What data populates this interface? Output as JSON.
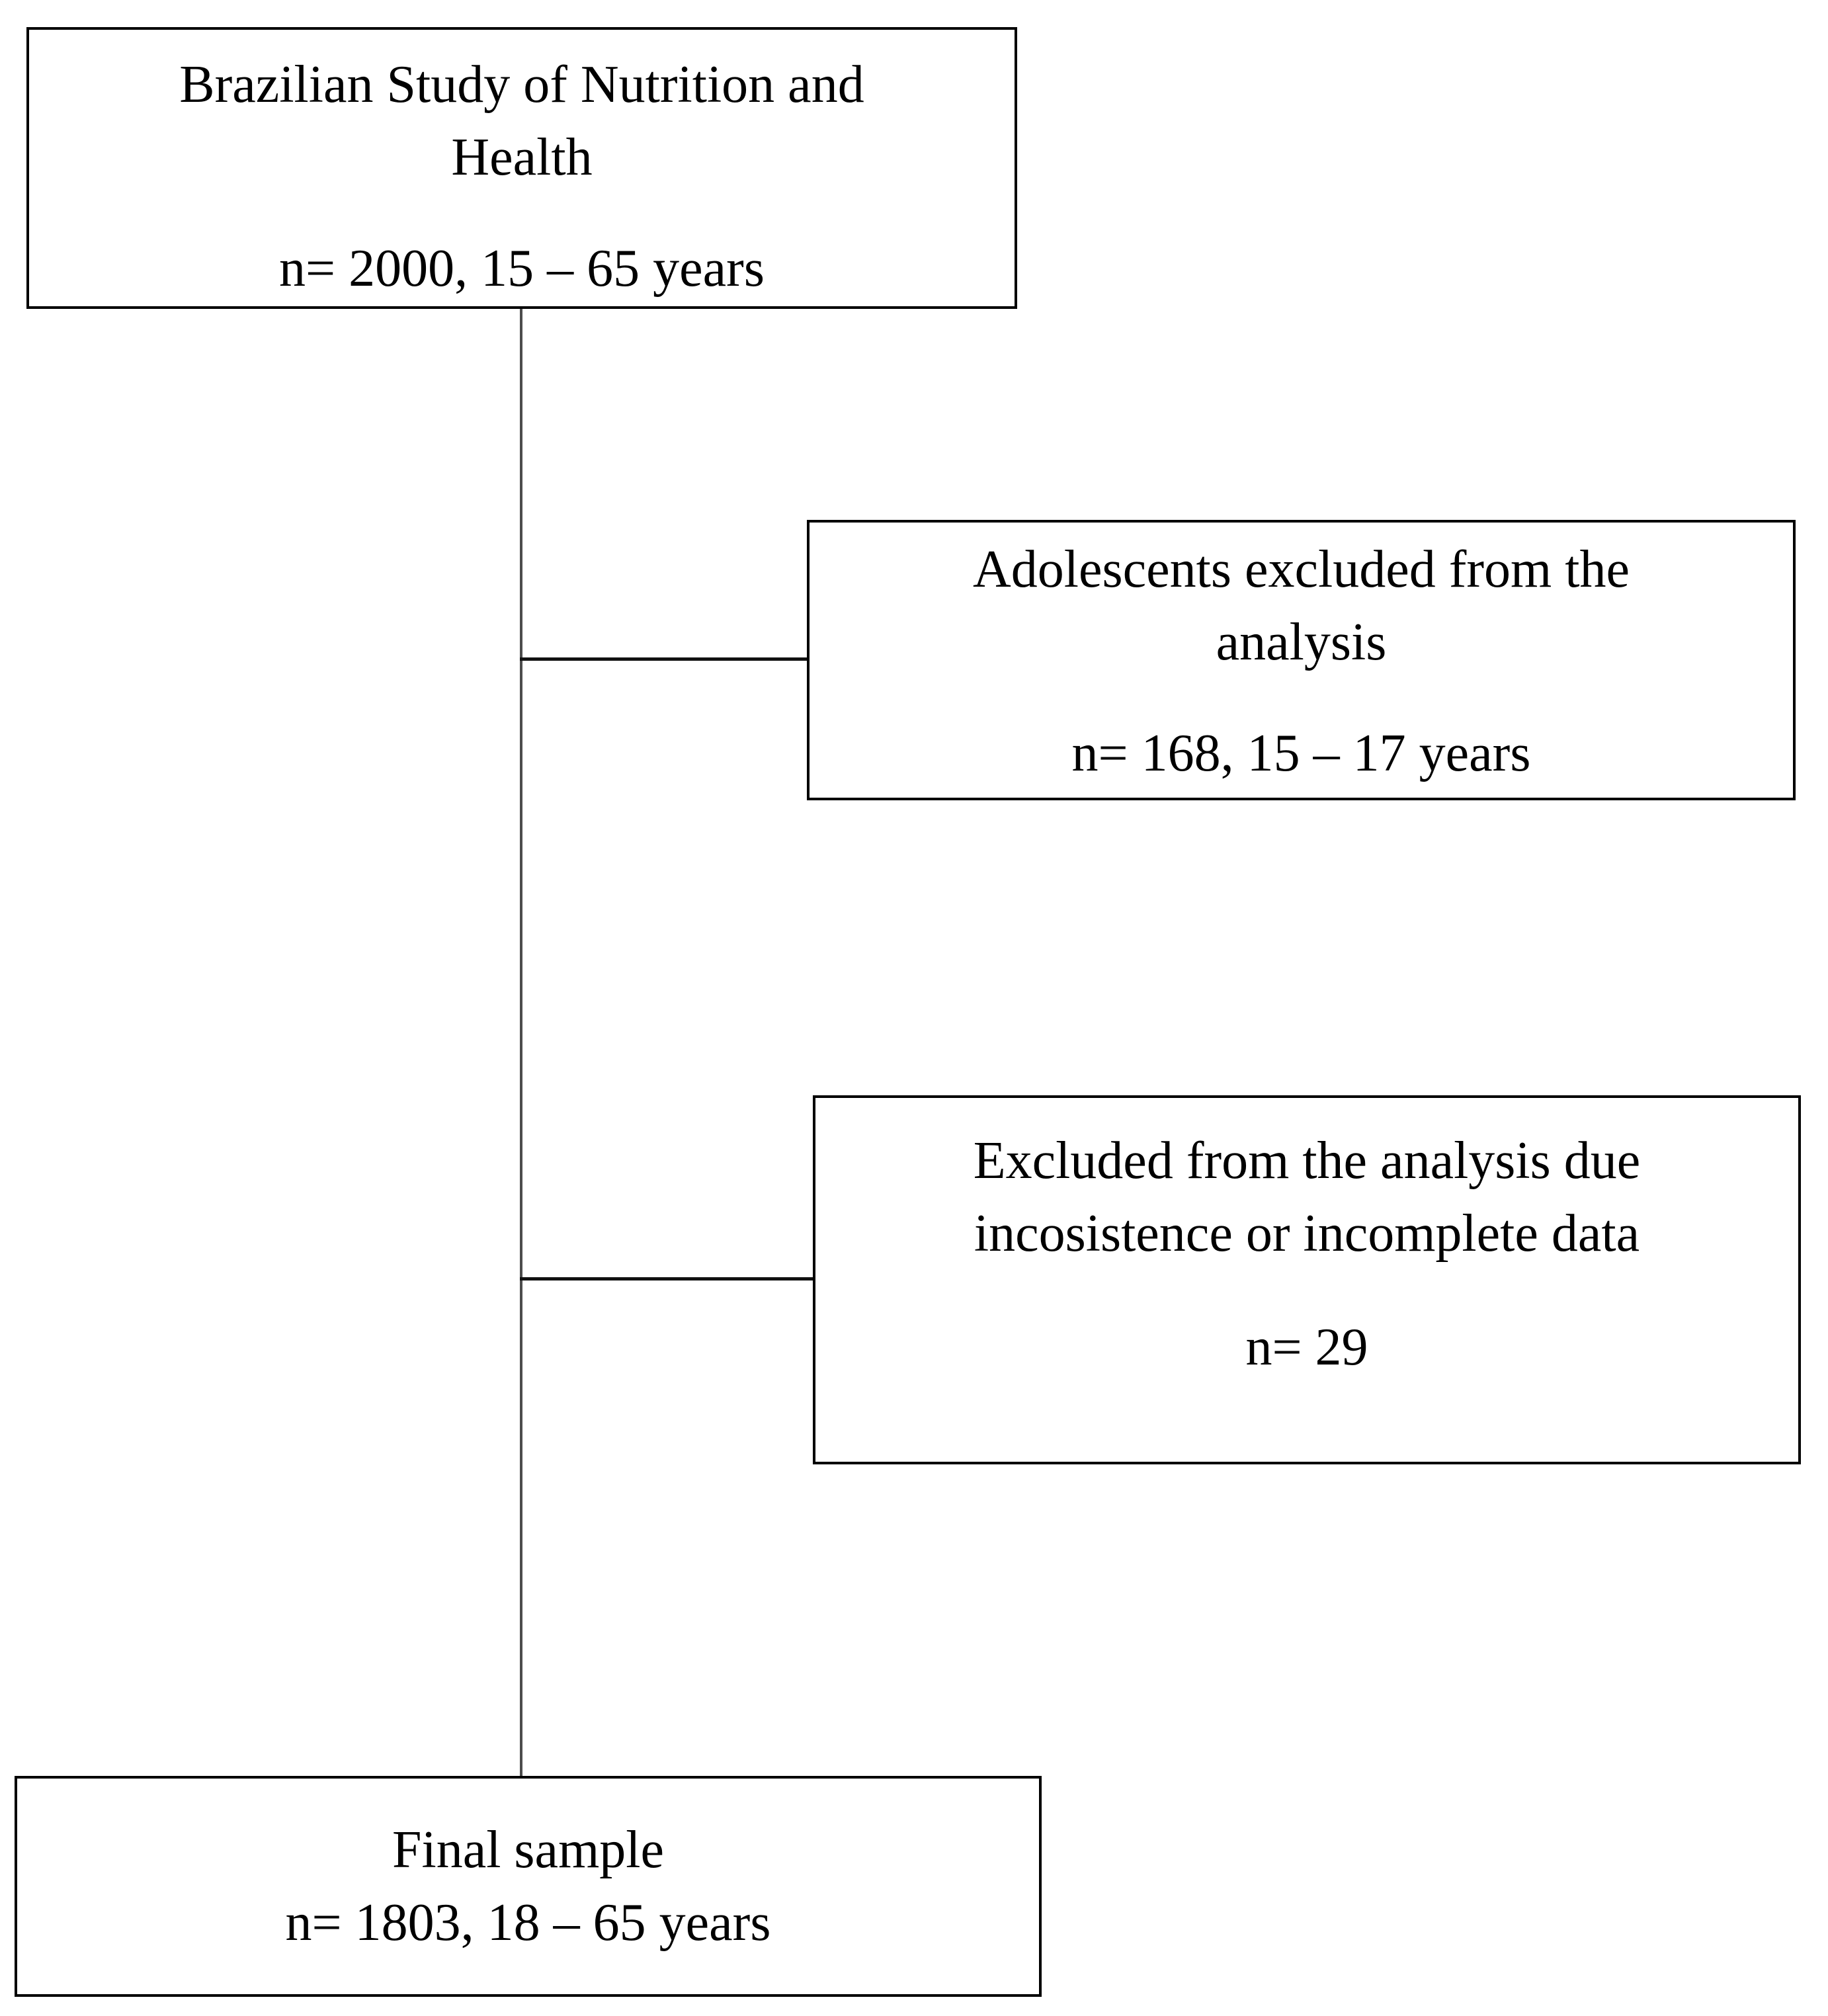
{
  "flowchart": {
    "colors": {
      "border": "#000000",
      "text": "#000000",
      "connector_vertical": "#4d4d4d",
      "connector_horizontal": "#111111"
    },
    "boxes": [
      {
        "id": "source-population",
        "lines": [
          "Brazilian Study of Nutrition and",
          "Health"
        ],
        "n_line": "n= 2000, 15 – 65 years"
      },
      {
        "id": "excluded-adolescents",
        "lines": [
          "Adolescents excluded from the",
          "analysis"
        ],
        "n_line": "n= 168, 15 – 17 years"
      },
      {
        "id": "excluded-incomplete-data",
        "lines": [
          "Excluded from the analysis due",
          "incosistence or incomplete data"
        ],
        "n_line": "n= 29"
      },
      {
        "id": "final-sample",
        "lines": [
          "Final sample"
        ],
        "n_line": "n= 1803, 18 – 65 years"
      }
    ]
  }
}
